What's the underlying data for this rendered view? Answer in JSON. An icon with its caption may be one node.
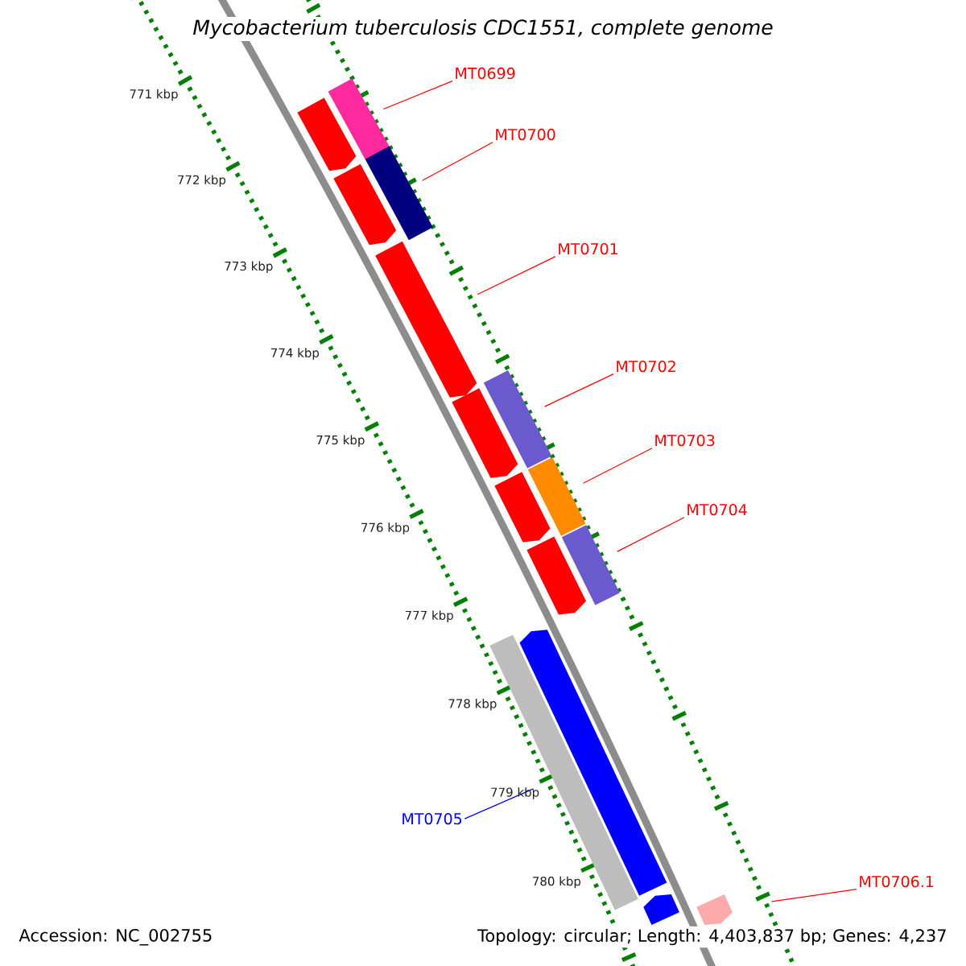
{
  "diagram": {
    "title": "Mycobacterium tuberculosis CDC1551, complete genome",
    "nodes": [
      {
        "text": [
          "MT0699"
        ]
      },
      {
        "text": [],
        "shape": "bar"
      },
      {
        "text": [],
        "shape": "arrow"
      },
      {
        "text": [
          "MT0700"
        ]
      },
      {
        "text": [],
        "shape": "bar"
      },
      {
        "text": [],
        "shape": "arrow"
      },
      {
        "text": [
          "MT0701"
        ]
      },
      {
        "text": [],
        "shape": "arrow"
      },
      {
        "text": [
          "MT0702"
        ]
      },
      {
        "text": [],
        "shape": "bar"
      },
      {
        "text": [],
        "shape": "arrow"
      },
      {
        "text": [
          "MT0703"
        ]
      },
      {
        "text": [],
        "shape": "bar"
      },
      {
        "text": [],
        "shape": "arrow"
      },
      {
        "text": [
          "MT0704"
        ]
      },
      {
        "text": [],
        "shape": "bar"
      },
      {
        "text": [],
        "shape": "arrow"
      },
      {
        "text": [],
        "shape": "bar"
      },
      {
        "text": [],
        "shape": "arrow"
      },
      {
        "text": [
          "MT0705"
        ]
      },
      {
        "text": [],
        "shape": "arrow"
      },
      {
        "text": [
          "MT0706.1"
        ]
      },
      {
        "text": [],
        "shape": "arrow"
      }
    ],
    "edges": [
      {
        "from": 0,
        "to": 1,
        "arrow": "none"
      },
      {
        "from": 3,
        "to": 4,
        "arrow": "none"
      },
      {
        "from": 6,
        "to": 7,
        "arrow": "none"
      },
      {
        "from": 8,
        "to": 9,
        "arrow": "none"
      },
      {
        "from": 11,
        "to": 12,
        "arrow": "none"
      },
      {
        "from": 14,
        "to": 15,
        "arrow": "none"
      },
      {
        "from": 19,
        "to": 18,
        "arrow": "none",
        "color": "#0000ff"
      },
      {
        "from": 21,
        "to": 22,
        "arrow": "none"
      }
    ],
    "labels": [
      "771 kbp",
      "772 kbp",
      "773 kbp",
      "774 kbp",
      "775 kbp",
      "776 kbp",
      "777 kbp",
      "778 kbp",
      "779 kbp",
      "780 kbp",
      "Accession: NC_002755",
      "Topology: circular; Length: 4,403,837 bp; Genes: 4,237"
    ]
  }
}
